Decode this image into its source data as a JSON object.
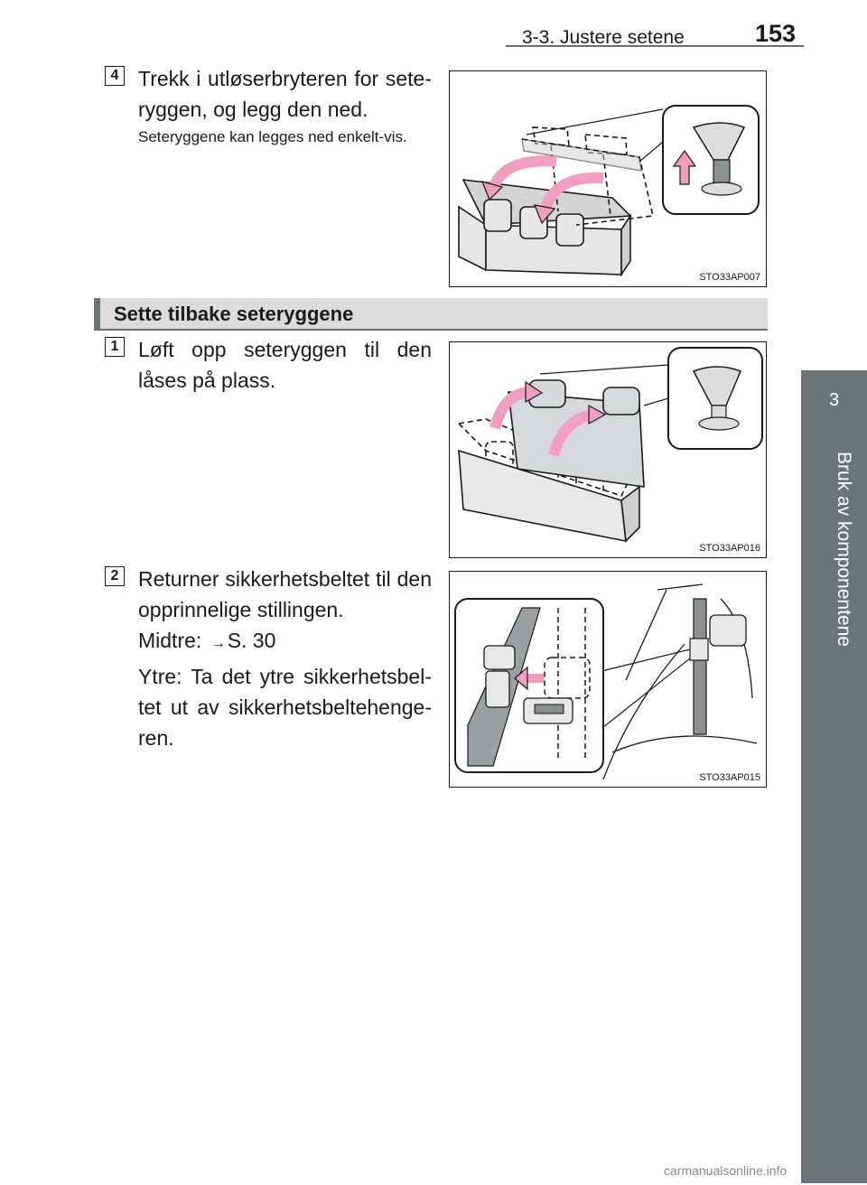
{
  "header": {
    "section_title": "3-3. Justere setene",
    "page_number": "153"
  },
  "side_tab": {
    "chapter_number": "3",
    "chapter_label": "Bruk av komponentene"
  },
  "steps_a": {
    "badge": "4",
    "text": "Trekk i utløserbryteren for sete-ryggen, og legg den ned.",
    "note": "Seteryggene kan legges ned enkelt-vis.",
    "figure_code": "STO33AP007"
  },
  "subheading": {
    "title": "Sette tilbake seteryggene"
  },
  "steps_b": [
    {
      "badge": "1",
      "text": "Løft opp seteryggen til den låses på plass.",
      "figure_code": "STO33AP016"
    },
    {
      "badge": "2",
      "text": "Returner sikkerhetsbeltet til den opprinnelige stillingen.",
      "ref_label": "Midtre:",
      "ref_target": "S. 30",
      "extra": "Ytre: Ta det ytre sikkerhetsbel-tet ut av sikkerhetsbeltehenge-ren.",
      "figure_code": "STO33AP015"
    }
  ],
  "footer": {
    "watermark": "carmanualsonline.info"
  },
  "colors": {
    "tab": "#6b7576",
    "arrow_pink": "#f29ec0",
    "subheading_bg": "#dcdcdc"
  }
}
